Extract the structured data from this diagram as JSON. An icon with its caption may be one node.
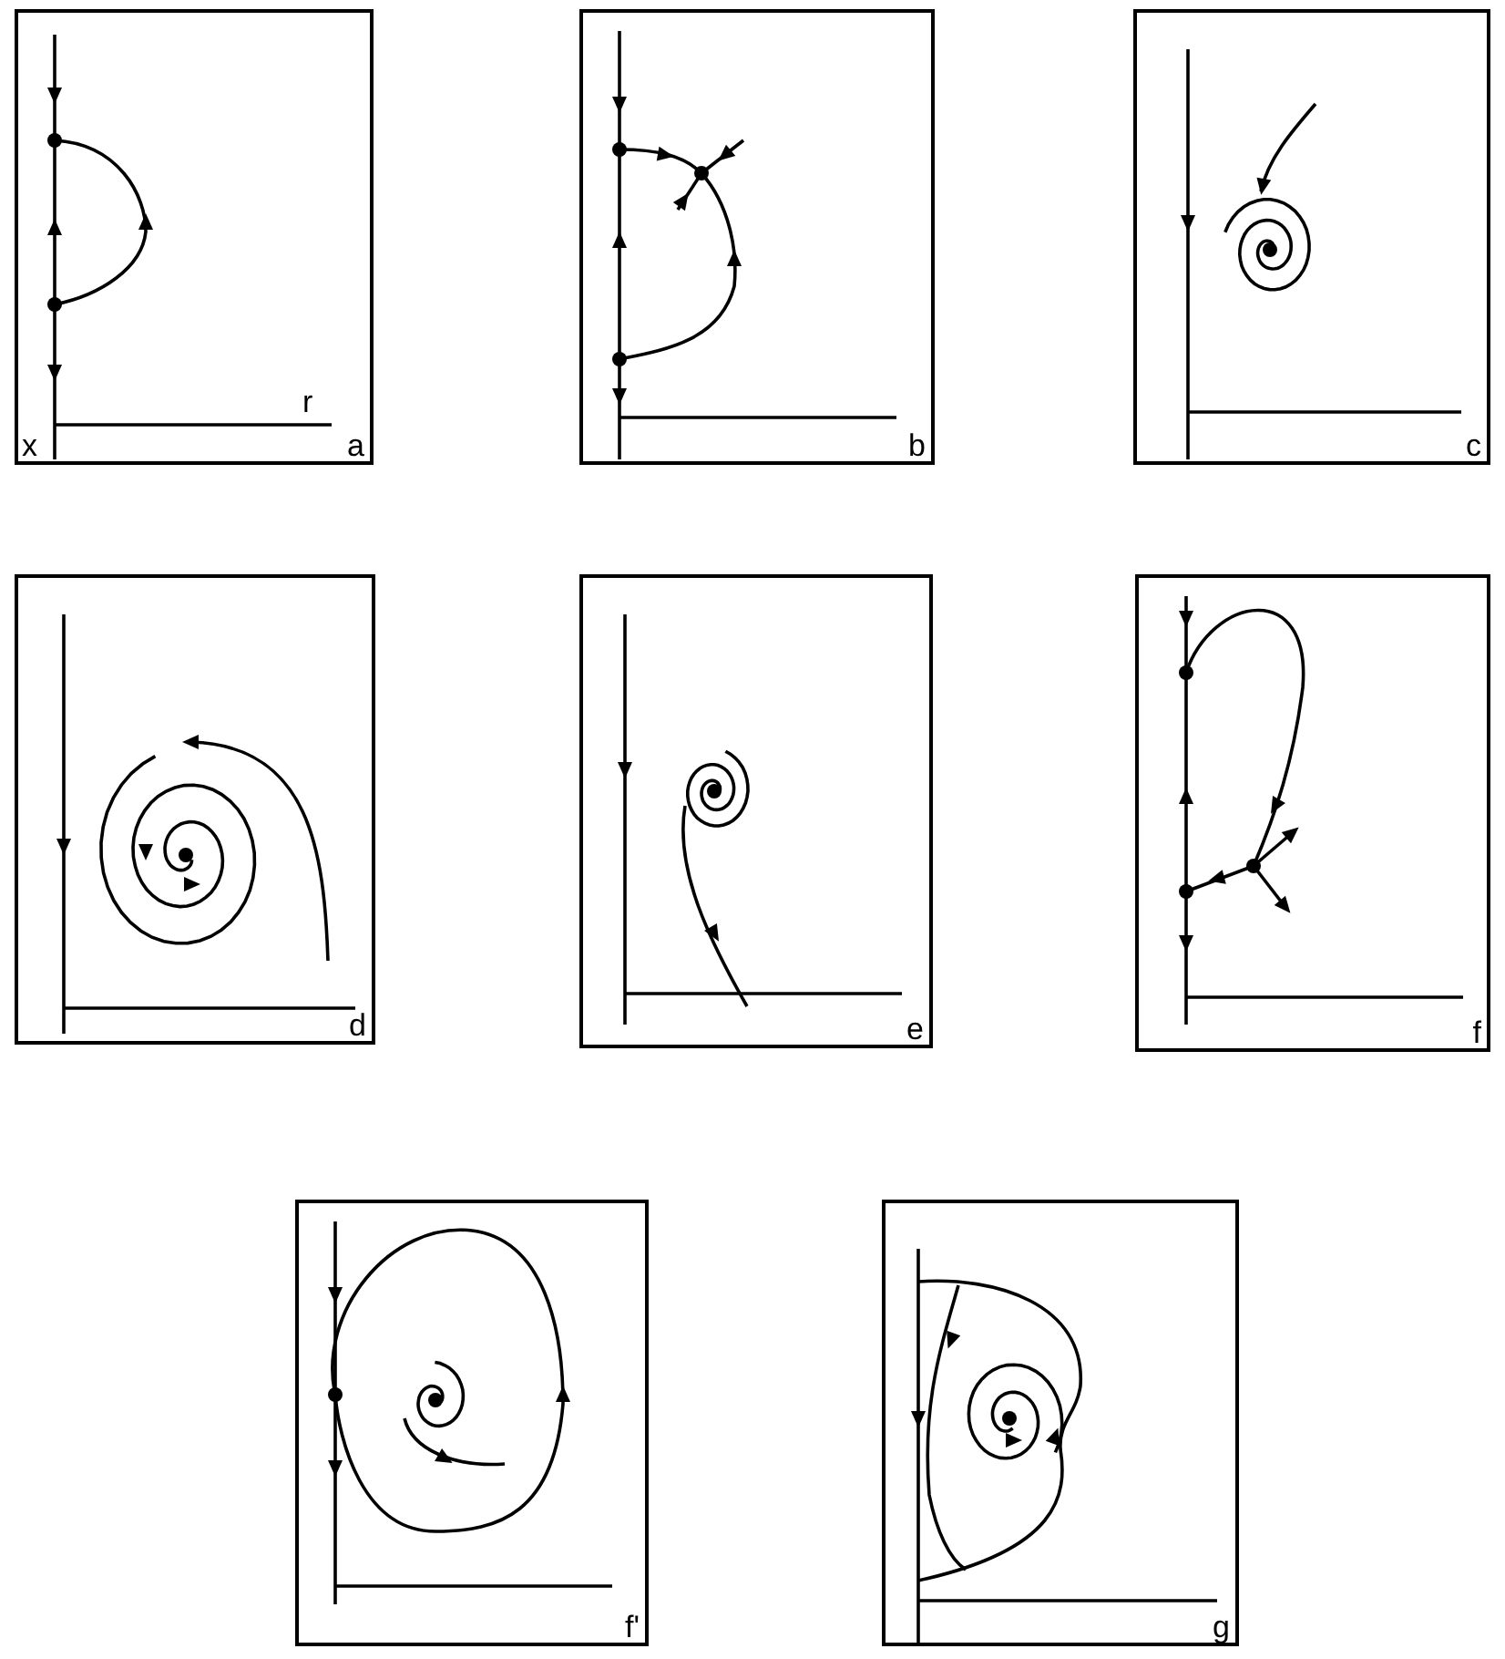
{
  "diagram": {
    "nodes": [
      {
        "text": [
          "a"
        ]
      },
      {
        "text": [
          "b"
        ]
      },
      {
        "text": [
          "c"
        ]
      },
      {
        "text": [
          "d"
        ]
      },
      {
        "text": [
          "e"
        ]
      },
      {
        "text": [
          "f"
        ]
      },
      {
        "text": [
          "f'"
        ]
      },
      {
        "text": [
          "g"
        ]
      }
    ],
    "labels": [
      "x",
      "r"
    ]
  }
}
